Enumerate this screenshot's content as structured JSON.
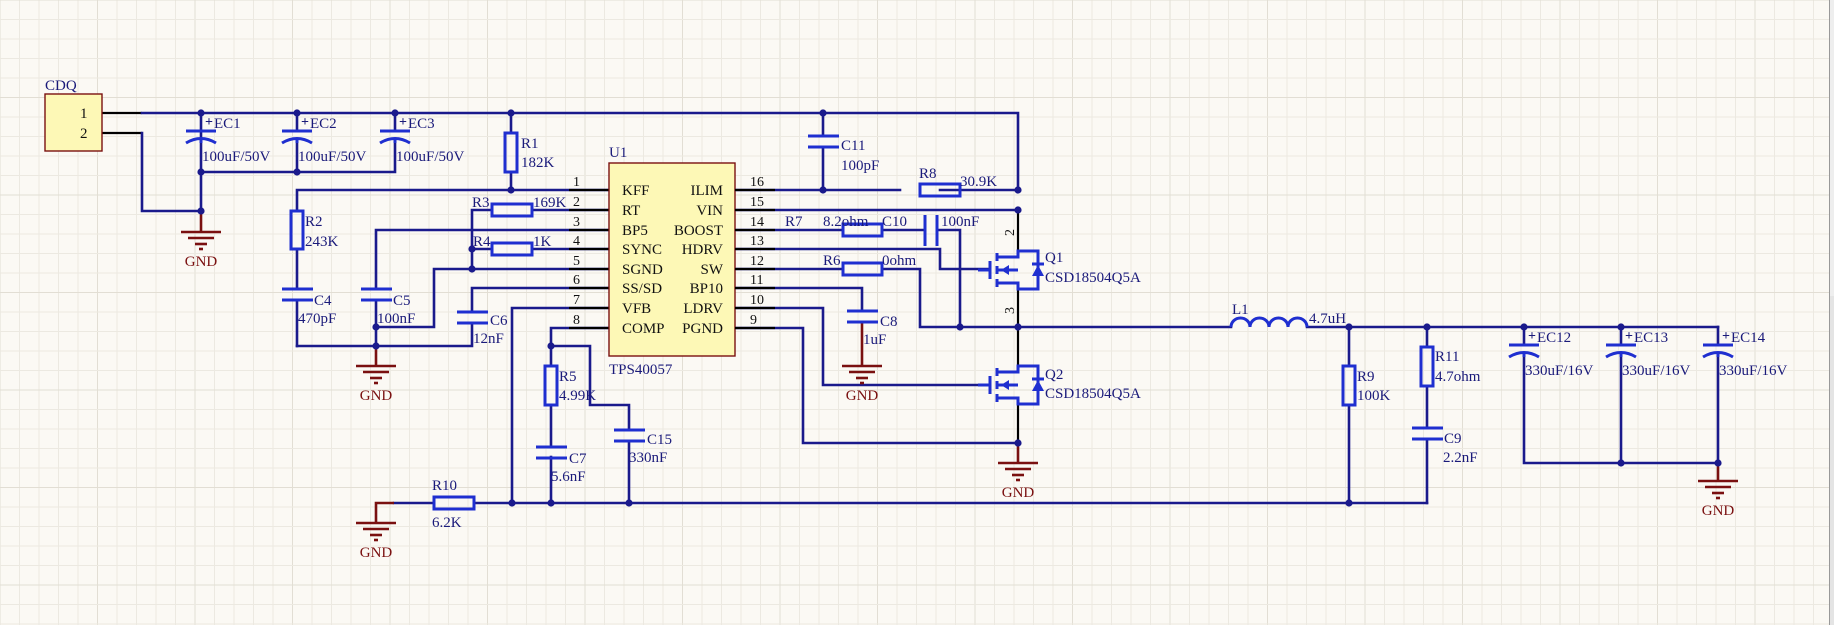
{
  "connector": {
    "ref": "CDQ",
    "pins": [
      "1",
      "2"
    ]
  },
  "ic": {
    "ref": "U1",
    "part": "TPS40057",
    "left_pins": [
      {
        "num": "1",
        "name": "KFF"
      },
      {
        "num": "2",
        "name": "RT"
      },
      {
        "num": "3",
        "name": "BP5"
      },
      {
        "num": "4",
        "name": "SYNC"
      },
      {
        "num": "5",
        "name": "SGND"
      },
      {
        "num": "6",
        "name": "SS/SD"
      },
      {
        "num": "7",
        "name": "VFB"
      },
      {
        "num": "8",
        "name": "COMP"
      }
    ],
    "right_pins": [
      {
        "num": "16",
        "name": "ILIM"
      },
      {
        "num": "15",
        "name": "VIN"
      },
      {
        "num": "14",
        "name": "BOOST"
      },
      {
        "num": "13",
        "name": "HDRV"
      },
      {
        "num": "12",
        "name": "SW"
      },
      {
        "num": "11",
        "name": "BP10"
      },
      {
        "num": "10",
        "name": "LDRV"
      },
      {
        "num": "9",
        "name": "PGND"
      }
    ]
  },
  "input_caps": [
    {
      "ref": "EC1",
      "value": "100uF/50V"
    },
    {
      "ref": "EC2",
      "value": "100uF/50V"
    },
    {
      "ref": "EC3",
      "value": "100uF/50V"
    }
  ],
  "output_caps": [
    {
      "ref": "EC12",
      "value": "330uF/16V"
    },
    {
      "ref": "EC13",
      "value": "330uF/16V"
    },
    {
      "ref": "EC14",
      "value": "330uF/16V"
    }
  ],
  "resistors": {
    "R1": {
      "ref": "R1",
      "value": "182K"
    },
    "R2": {
      "ref": "R2",
      "value": "243K"
    },
    "R3": {
      "ref": "R3",
      "value": "169K"
    },
    "R4": {
      "ref": "R4",
      "value": "1K"
    },
    "R5": {
      "ref": "R5",
      "value": "4.99K"
    },
    "R6": {
      "ref": "R6",
      "value": "0ohm"
    },
    "R7": {
      "ref": "R7",
      "value": "8.2ohm"
    },
    "R8": {
      "ref": "R8",
      "value": "30.9K"
    },
    "R9": {
      "ref": "R9",
      "value": "100K"
    },
    "R10": {
      "ref": "R10",
      "value": "6.2K"
    },
    "R11": {
      "ref": "R11",
      "value": "4.7ohm"
    }
  },
  "capacitors": {
    "C4": {
      "ref": "C4",
      "value": "470pF"
    },
    "C5": {
      "ref": "C5",
      "value": "100nF"
    },
    "C6": {
      "ref": "C6",
      "value": "12nF"
    },
    "C7": {
      "ref": "C7",
      "value": "5.6nF"
    },
    "C8": {
      "ref": "C8",
      "value": "1uF"
    },
    "C9": {
      "ref": "C9",
      "value": "2.2nF"
    },
    "C10": {
      "ref": "C10",
      "value": "100nF"
    },
    "C11": {
      "ref": "C11",
      "value": "100pF"
    },
    "C15": {
      "ref": "C15",
      "value": "330nF"
    }
  },
  "inductor": {
    "ref": "L1",
    "value": "4.7uH"
  },
  "mosfets": [
    {
      "ref": "Q1",
      "part": "CSD18504Q5A",
      "pin_drain": "2",
      "pin_source": "3"
    },
    {
      "ref": "Q2",
      "part": "CSD18504Q5A"
    }
  ],
  "ground_label": "GND",
  "colors": {
    "wire": "#1a1a8c",
    "component": "#1f2fd0",
    "ground": "#7a1010",
    "ic_fill": "#fdf8b6",
    "background": "#fbf9f4"
  }
}
